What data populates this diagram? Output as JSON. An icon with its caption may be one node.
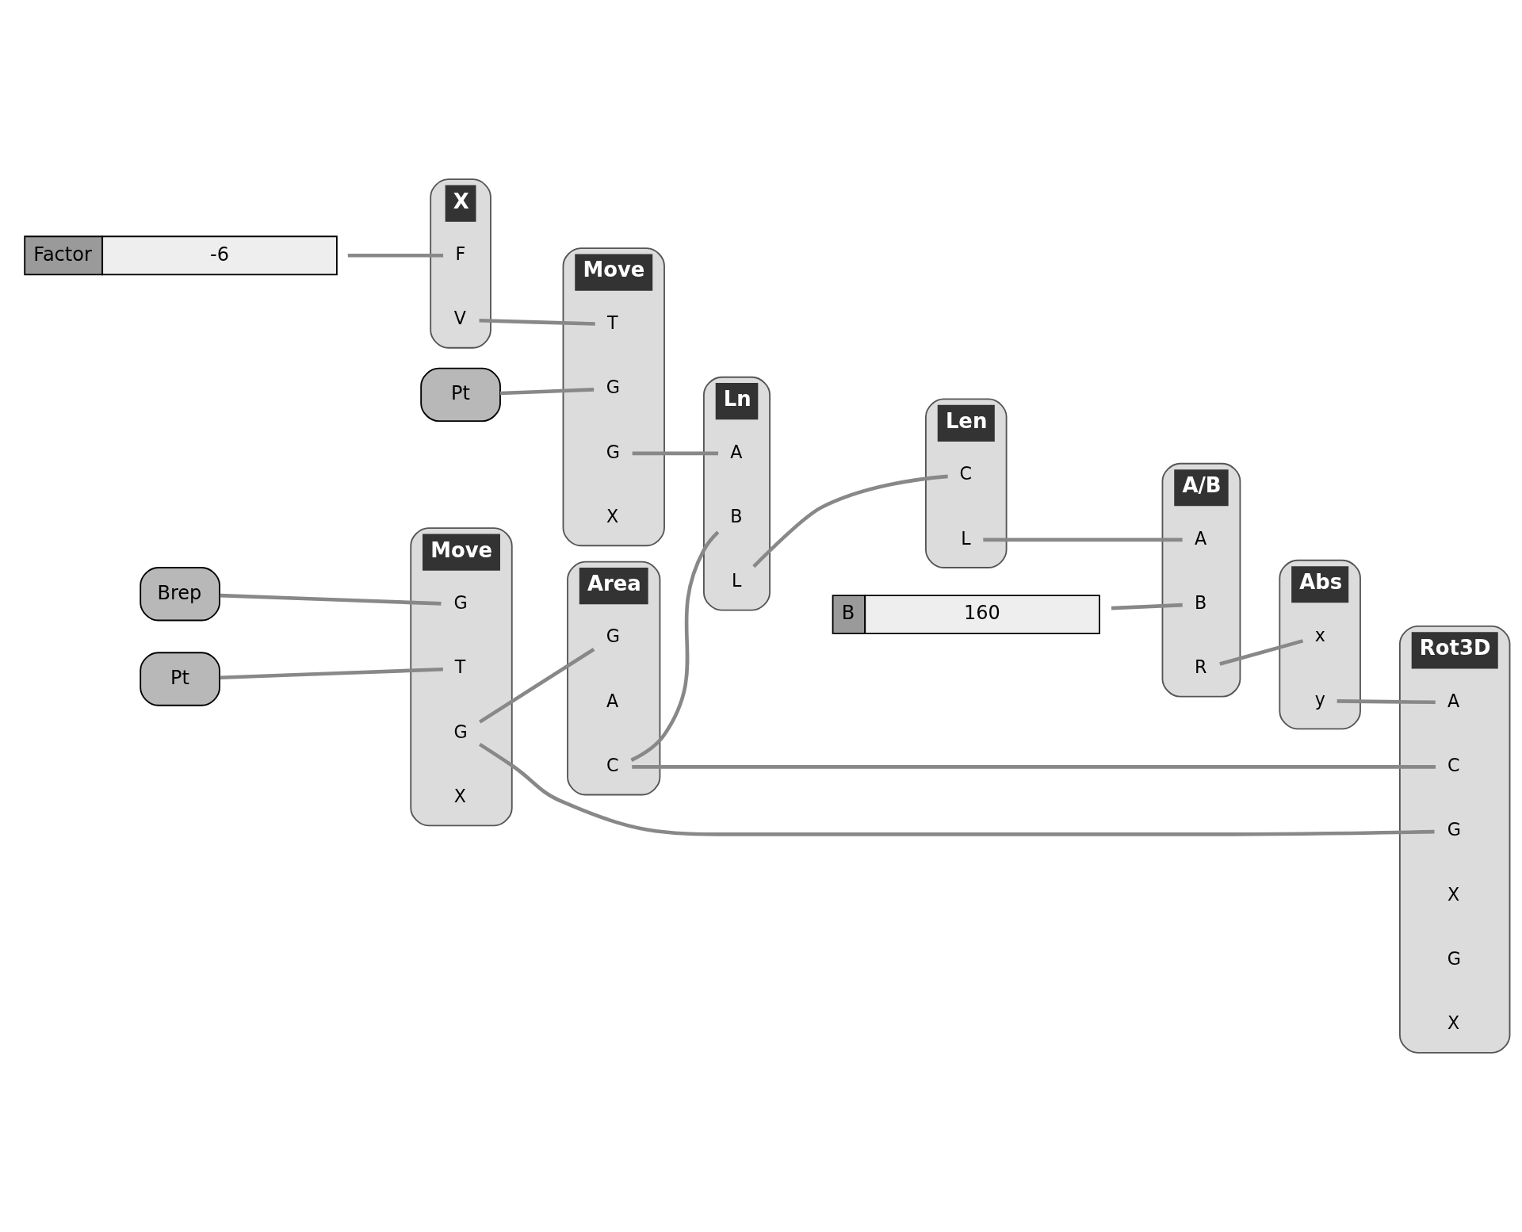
{
  "diagram": {
    "nodes": [
      {
        "text": [
          "Pt"
        ]
      },
      {
        "text": [
          "Move"
        ]
      },
      {
        "text": [
          "G"
        ],
        "in": 1
      },
      {
        "text": [
          "T"
        ],
        "in": 1
      },
      {
        "text": [
          "G"
        ],
        "in": 1
      },
      {
        "text": [
          "X"
        ],
        "in": 1
      },
      {
        "text": [
          "Ln"
        ]
      },
      {
        "text": [
          "A"
        ],
        "in": 6
      },
      {
        "text": [
          "B"
        ],
        "in": 6
      },
      {
        "text": [
          "L"
        ],
        "in": 6
      },
      {
        "text": [
          "Len"
        ]
      },
      {
        "text": [
          "C"
        ],
        "in": 10
      },
      {
        "text": [
          "L"
        ],
        "in": 10
      },
      {
        "text": [
          "Factor",
          "-6"
        ]
      },
      {
        "text": [
          "X"
        ]
      },
      {
        "text": [
          "F"
        ],
        "in": 14
      },
      {
        "text": [
          "V"
        ],
        "in": 14
      },
      {
        "text": [
          "B",
          "160"
        ]
      },
      {
        "text": [
          "A/B"
        ]
      },
      {
        "text": [
          "A"
        ],
        "in": 18
      },
      {
        "text": [
          "B"
        ],
        "in": 18
      },
      {
        "text": [
          "R"
        ],
        "in": 18
      },
      {
        "text": [
          "Abs"
        ]
      },
      {
        "text": [
          "x"
        ],
        "in": 22
      },
      {
        "text": [
          "y"
        ],
        "in": 22
      },
      {
        "text": [
          "Brep"
        ]
      },
      {
        "text": [
          "Move"
        ]
      },
      {
        "text": [
          "G"
        ],
        "in": 26
      },
      {
        "text": [
          "T"
        ],
        "in": 26
      },
      {
        "text": [
          "G"
        ],
        "in": 26
      },
      {
        "text": [
          "X"
        ],
        "in": 26
      },
      {
        "text": [
          "Pt"
        ]
      },
      {
        "text": [
          "Area"
        ]
      },
      {
        "text": [
          "G"
        ],
        "in": 32
      },
      {
        "text": [
          "A"
        ],
        "in": 32
      },
      {
        "text": [
          "C"
        ],
        "in": 32
      },
      {
        "text": [
          "Rot3D"
        ]
      },
      {
        "text": [
          "G"
        ],
        "in": 36
      },
      {
        "text": [
          "A"
        ],
        "in": 36
      },
      {
        "text": [
          "C"
        ],
        "in": 36
      },
      {
        "text": [
          "X"
        ],
        "in": 36
      },
      {
        "text": [
          "G"
        ],
        "in": 36
      },
      {
        "text": [
          "X"
        ],
        "in": 36
      }
    ],
    "edges": [
      {
        "from": 0,
        "to": 2,
        "arrow": "none"
      },
      {
        "from": 13,
        "to": 15,
        "arrow": "none"
      },
      {
        "from": 16,
        "to": 3,
        "arrow": "none"
      },
      {
        "from": 4,
        "to": 7,
        "arrow": "none"
      },
      {
        "from": 35,
        "to": 8,
        "arrow": "none"
      },
      {
        "from": 9,
        "to": 11,
        "arrow": "none"
      },
      {
        "from": 12,
        "to": 19,
        "arrow": "none"
      },
      {
        "from": 17,
        "to": 20,
        "arrow": "none"
      },
      {
        "from": 21,
        "to": 23,
        "arrow": "none"
      },
      {
        "from": 24,
        "to": 38,
        "arrow": "none"
      },
      {
        "from": 25,
        "to": 27,
        "arrow": "none"
      },
      {
        "from": 31,
        "to": 28,
        "arrow": "none"
      },
      {
        "from": 29,
        "to": 37,
        "arrow": "none"
      },
      {
        "from": 29,
        "to": 33,
        "arrow": "none"
      },
      {
        "from": 35,
        "to": 39,
        "arrow": "none"
      }
    ]
  }
}
